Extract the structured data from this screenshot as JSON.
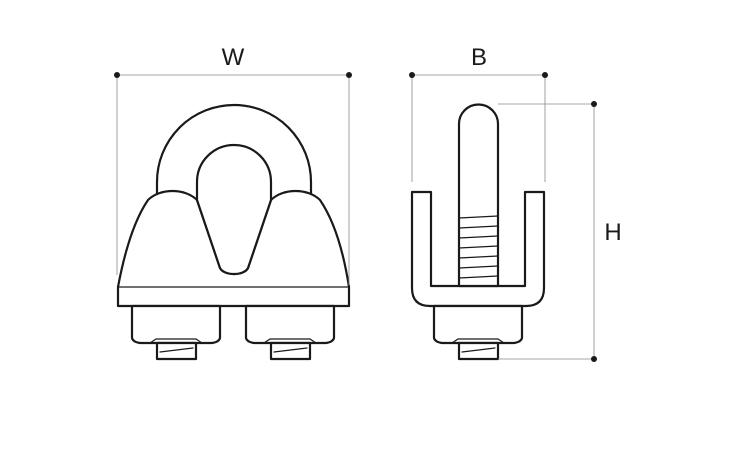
{
  "dimensions": {
    "width_label": "W",
    "breadth_label": "B",
    "height_label": "H"
  },
  "colors": {
    "line": "#1a1a1a",
    "dimension_line": "#8a8a8a",
    "background": "#ffffff"
  }
}
